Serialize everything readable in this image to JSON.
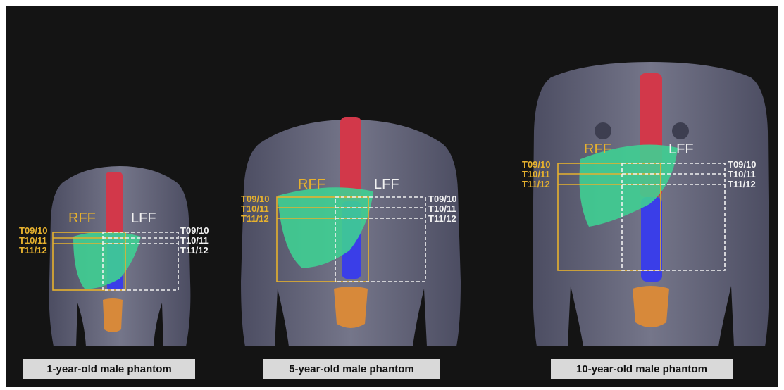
{
  "colors": {
    "background": "#141414",
    "body": "#6e6f84",
    "spine_upper": "#d2384a",
    "spine_lower": "#3a3ee8",
    "liver": "#3fcf92",
    "pelvis": "#d7893a",
    "rff_box": "#e6b12e",
    "lff_box": "#f2f2f2"
  },
  "phantoms": [
    {
      "caption": "1-year-old male phantom",
      "rff_label": "RFF",
      "lff_label": "LFF",
      "left_levels": [
        "T09/10",
        "T10/11",
        "T11/12"
      ],
      "right_levels": [
        "T09/10",
        "T10/11",
        "T11/12"
      ]
    },
    {
      "caption": "5-year-old male phantom",
      "rff_label": "RFF",
      "lff_label": "LFF",
      "left_levels": [
        "T09/10",
        "T10/11",
        "T11/12"
      ],
      "right_levels": [
        "T09/10",
        "T10/11",
        "T11/12"
      ]
    },
    {
      "caption": "10-year-old male phantom",
      "rff_label": "RFF",
      "lff_label": "LFF",
      "left_levels": [
        "T09/10",
        "T10/11",
        "T11/12"
      ],
      "right_levels": [
        "T09/10",
        "T10/11",
        "T11/12"
      ]
    }
  ]
}
